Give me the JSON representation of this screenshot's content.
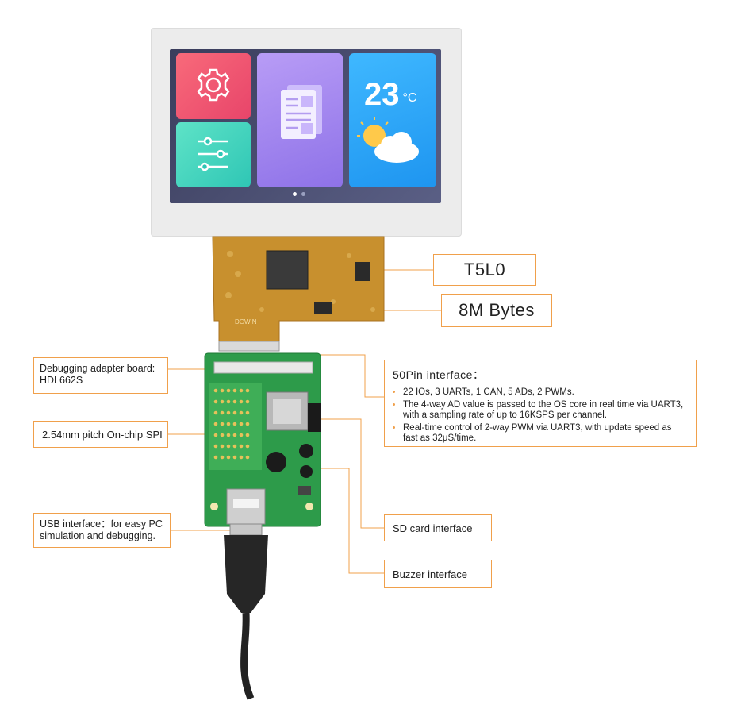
{
  "screen": {
    "temperature": "23",
    "temp_unit": "°C"
  },
  "labels": {
    "chip": "T5L0",
    "flash": "8M Bytes",
    "adapter": "Debugging adapter board: HDL662S",
    "spi": "2.54mm pitch On-chip SPI",
    "usb": "USB interface：for easy PC simulation and debugging.",
    "sd": "SD card interface",
    "buzzer": "Buzzer interface"
  },
  "interface": {
    "title": "50Pin interface：",
    "items": [
      "22 IOs, 3 UARTs, 1 CAN, 5 ADs, 2 PWMs.",
      "The 4-way AD value is passed to the OS core in real time via UART3, with a sampling rate of up to 16KSPS per channel.",
      "Real-time control of 2-way PWM via UART3, with update speed as fast as 32μS/time."
    ]
  },
  "colors": {
    "accent": "#f0a04b",
    "pcb_green": "#2d9b4a",
    "flex_pcb": "#c8902e"
  }
}
